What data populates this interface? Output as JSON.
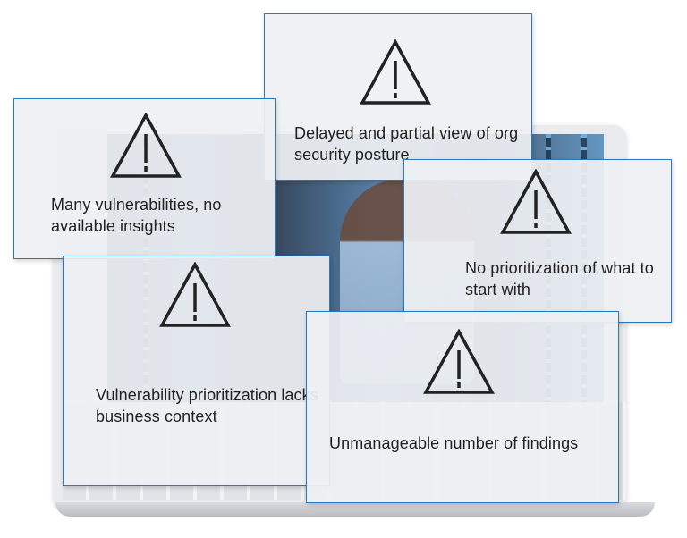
{
  "icon": "warning-triangle-icon",
  "accent_color": "#2b78c2",
  "cards": {
    "posture": {
      "label": "Delayed and partial view of org security posture"
    },
    "insights": {
      "label": "Many vulnerabilities, no available insights"
    },
    "prioritization": {
      "label": "No prioritization of what to start with"
    },
    "context": {
      "label": "Vulnerability prioritization lacks business context"
    },
    "findings": {
      "label": "Unmanageable number of findings"
    }
  }
}
